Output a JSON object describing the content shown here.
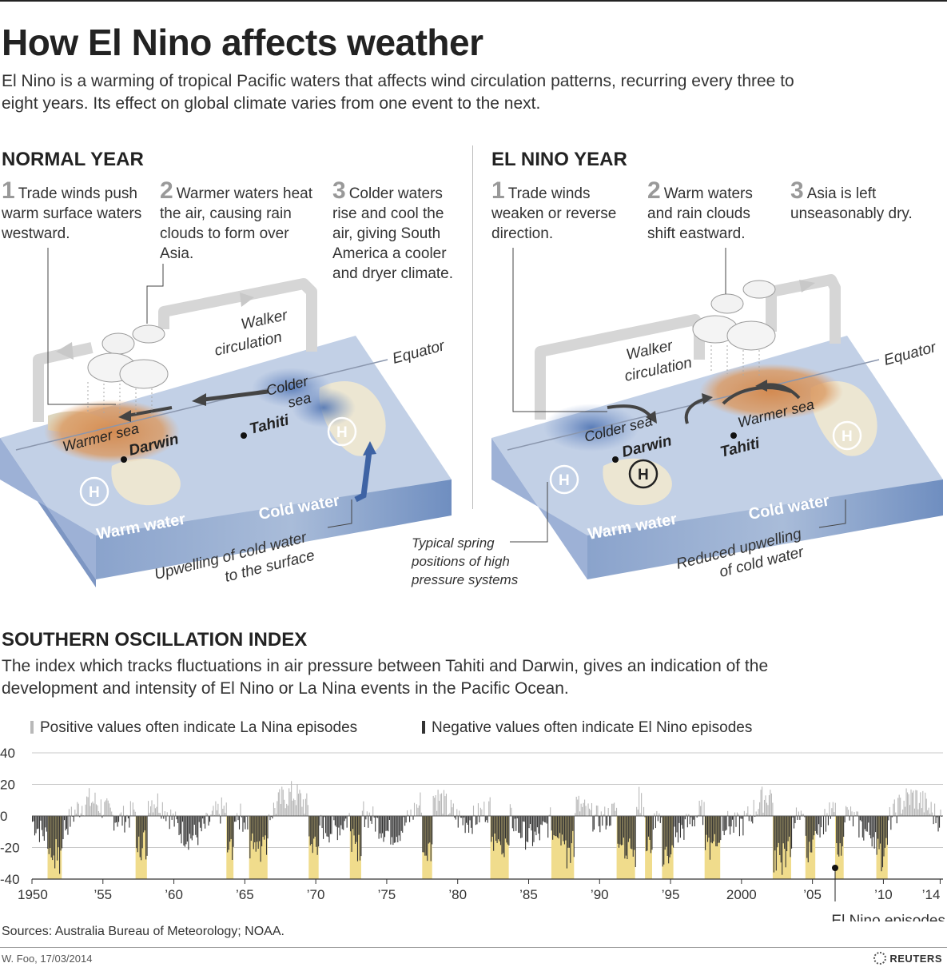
{
  "title": "How El Nino affects weather",
  "intro": "El Nino is a warming of tropical Pacific waters that affects wind circulation patterns, recurring every three to eight years. Its effect on global climate varies from one event to the next.",
  "normal": {
    "heading": "NORMAL YEAR",
    "steps": [
      {
        "num": "1",
        "text": "Trade winds push warm surface waters westward."
      },
      {
        "num": "2",
        "text": "Warmer waters heat the air, causing rain clouds to form over Asia."
      },
      {
        "num": "3",
        "text": "Colder waters rise and cool the air, giving South America a cooler and dryer climate."
      }
    ],
    "labels": {
      "walker": "Walker circulation",
      "equator": "Equator",
      "colder_sea": "Colder sea",
      "warmer_sea": "Warmer sea",
      "darwin": "Darwin",
      "tahiti": "Tahiti",
      "warm_water": "Warm water",
      "cold_water": "Cold water",
      "upwelling": "Upwelling of cold water to the surface",
      "high": "H"
    }
  },
  "elnino": {
    "heading": "EL NINO YEAR",
    "steps": [
      {
        "num": "1",
        "text": "Trade winds weaken or reverse direction."
      },
      {
        "num": "2",
        "text": "Warm waters and rain clouds shift eastward."
      },
      {
        "num": "3",
        "text": "Asia is left unseasonably dry."
      }
    ],
    "labels": {
      "walker": "Walker circulation",
      "equator": "Equator",
      "colder_sea": "Colder sea",
      "warmer_sea": "Warmer sea",
      "darwin": "Darwin",
      "tahiti": "Tahiti",
      "warm_water": "Warm water",
      "cold_water": "Cold water",
      "reduced": "Reduced upwelling of cold water",
      "high": "H"
    }
  },
  "spring_note": "Typical spring positions of high pressure systems",
  "soi": {
    "heading": "SOUTHERN OSCILLATION INDEX",
    "description": "The index which tracks fluctuations in air pressure between Tahiti and Darwin, gives an indication of the development and intensity of El Nino or La Nina events in the Pacific Ocean.",
    "legend_positive": "Positive values often indicate La Nina episodes",
    "legend_negative": "Negative values often indicate El Nino episodes",
    "episodes_label": "El Nino episodes"
  },
  "chart_data": {
    "type": "bar",
    "ylim": [
      -40,
      40
    ],
    "yticks": [
      40,
      20,
      0,
      -20,
      -40
    ],
    "xlim": [
      1950,
      2014.2
    ],
    "xticks": [
      {
        "year": 1950,
        "label": "1950"
      },
      {
        "year": 1955,
        "label": "’55"
      },
      {
        "year": 1960,
        "label": "’60"
      },
      {
        "year": 1965,
        "label": "’65"
      },
      {
        "year": 1970,
        "label": "’70"
      },
      {
        "year": 1975,
        "label": "’75"
      },
      {
        "year": 1980,
        "label": "’80"
      },
      {
        "year": 1985,
        "label": "’85"
      },
      {
        "year": 1990,
        "label": "’90"
      },
      {
        "year": 1995,
        "label": "’95"
      },
      {
        "year": 2000,
        "label": "2000"
      },
      {
        "year": 2005,
        "label": "’05"
      },
      {
        "year": 2010,
        "label": "’10"
      },
      {
        "year": 2014,
        "label": "’14"
      }
    ],
    "el_nino_episodes": [
      [
        1951.1,
        1952.1
      ],
      [
        1957.3,
        1958.1
      ],
      [
        1963.7,
        1964.2
      ],
      [
        1965.3,
        1966.6
      ],
      [
        1969.5,
        1970.2
      ],
      [
        1972.4,
        1973.2
      ],
      [
        1977.5,
        1978.2
      ],
      [
        1982.3,
        1983.6
      ],
      [
        1986.6,
        1988.2
      ],
      [
        1991.2,
        1992.5
      ],
      [
        1993.2,
        1993.7
      ],
      [
        1994.4,
        1995.2
      ],
      [
        1997.4,
        1998.5
      ],
      [
        2002.2,
        2003.5
      ],
      [
        2004.5,
        2005.2
      ],
      [
        2006.6,
        2007.2
      ],
      [
        2009.5,
        2010.3
      ]
    ],
    "series_note": "Monthly SOI values 1950 to early 2014",
    "colors": {
      "positive": "#b8b8b8",
      "negative": "#333333",
      "episode": "#f0dc8c"
    }
  },
  "sources": "Sources: Australia Bureau of Meteorology; NOAA.",
  "credit": "W. Foo, 17/03/2014",
  "brand": "REUTERS"
}
